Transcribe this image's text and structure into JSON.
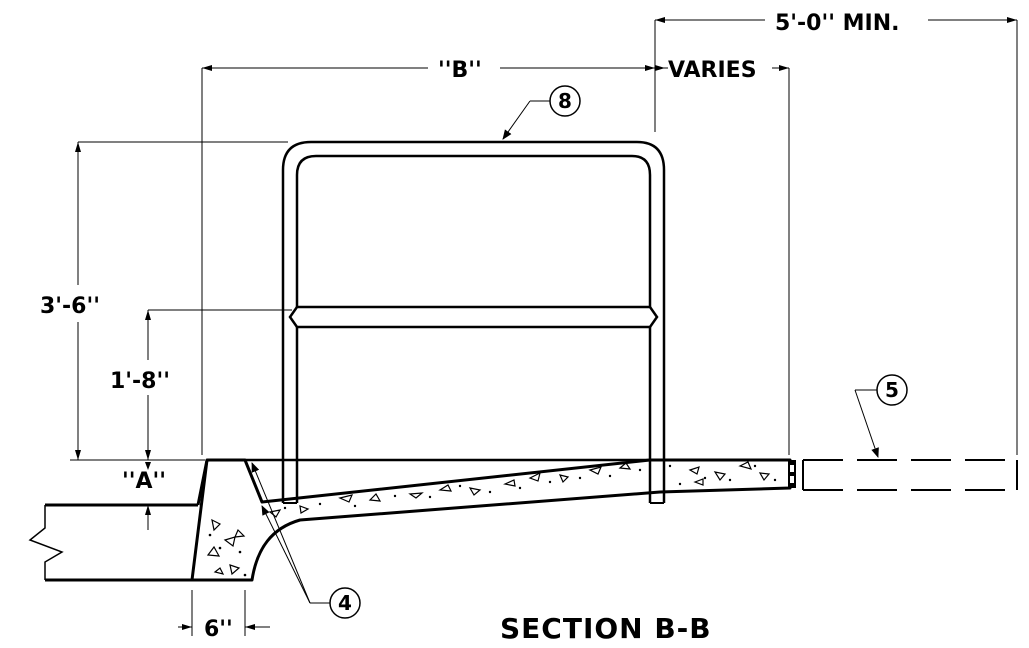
{
  "drawing": {
    "title": "SECTION B-B",
    "dimensions": {
      "min_width": "5'-0'' MIN.",
      "b_width": "''B''",
      "varies": "VARIES",
      "rail_height": "3'-6''",
      "mid_rail_height": "1'-8''",
      "curb_a": "''A''",
      "curb_width": "6''"
    },
    "callouts": {
      "railing": "8",
      "sidewalk": "5",
      "curb": "4"
    }
  }
}
